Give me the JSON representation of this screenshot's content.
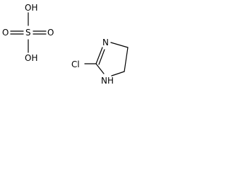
{
  "sulfuric_acid": {
    "atoms": {
      "oh_top": "OH",
      "o_left": "O",
      "s": "S",
      "o_right": "O",
      "oh_bottom": "OH"
    }
  },
  "chloroimidazoline": {
    "atoms": {
      "n_top": "N",
      "cl": "Cl",
      "nh": "NH"
    }
  }
}
